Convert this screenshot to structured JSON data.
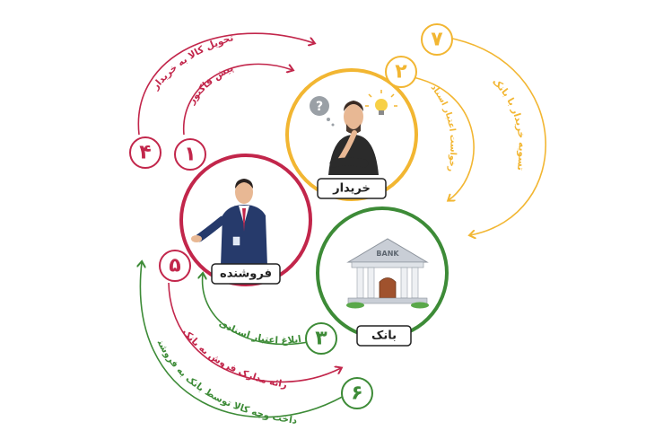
{
  "colors": {
    "red": "#c2264b",
    "yellow": "#f2b632",
    "green": "#3d8b37"
  },
  "actors": {
    "buyer": "خریدار",
    "seller": "فروشنده",
    "bank": "بانک",
    "bank_sign": "BANK"
  },
  "steps": [
    {
      "number": "۱",
      "text": "پیش فاکتور"
    },
    {
      "number": "۲",
      "text": "درخواست اعتبار اسنادی"
    },
    {
      "number": "۳",
      "text": "ابلاغ اعتبار اسنادی"
    },
    {
      "number": "۴",
      "text": "تحویل کالا به خریدار"
    },
    {
      "number": "۵",
      "text": "ارائه مدارک فروش به بانک"
    },
    {
      "number": "۶",
      "text": "پرداخت وجه کالا توسط بانک به فروشنده"
    },
    {
      "number": "۷",
      "text": "تسویه خریدار با بانک"
    }
  ]
}
